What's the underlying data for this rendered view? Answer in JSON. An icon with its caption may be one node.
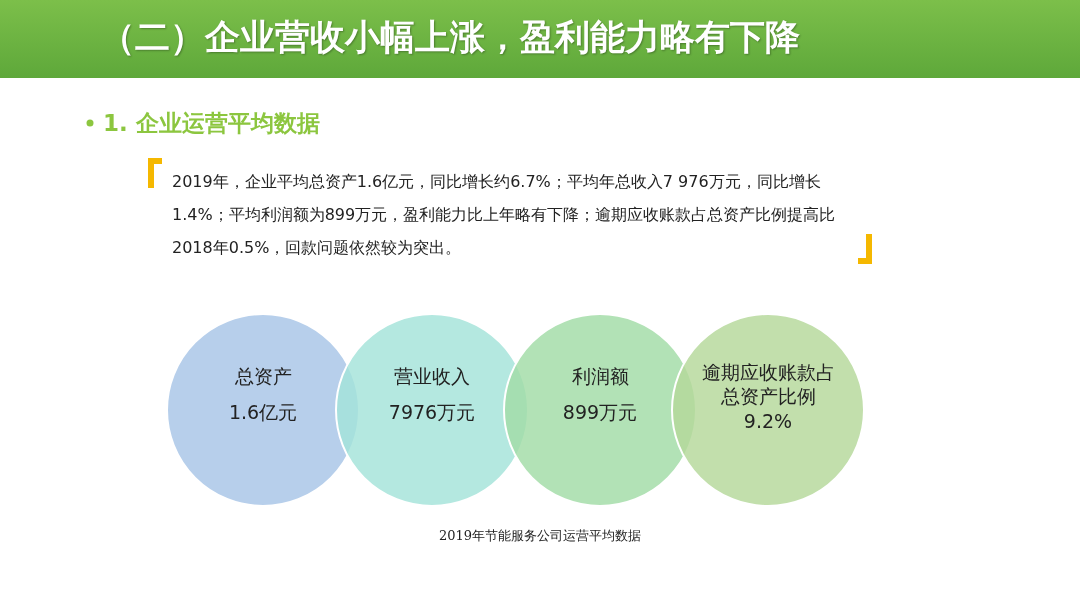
{
  "diagram": {
    "title": "（二）企业营收小幅上涨，盈利能力略有下降",
    "nodes": [
      {
        "text": [
          "总资产",
          "1.6亿元"
        ]
      },
      {
        "text": [
          "营业收入",
          "7976万元"
        ]
      },
      {
        "text": [
          "利润额",
          "899万元"
        ]
      },
      {
        "text": [
          "逾期应收账款占总资产比例",
          "9.2%"
        ]
      }
    ],
    "labels": [
      "1. 企业运营平均数据",
      "2019年，企业平均总资产1.6亿元，同比增长约6.7%；平均年总收入7 976万元，同比增长1.4%；平均利润额为899万元，盈利能力比上年略有下降；逾期应收账款占总资产比例提高比2018年0.5%，回款问题依然较为突出。"
    ],
    "caption": "2019年节能服务公司运营平均数据"
  }
}
